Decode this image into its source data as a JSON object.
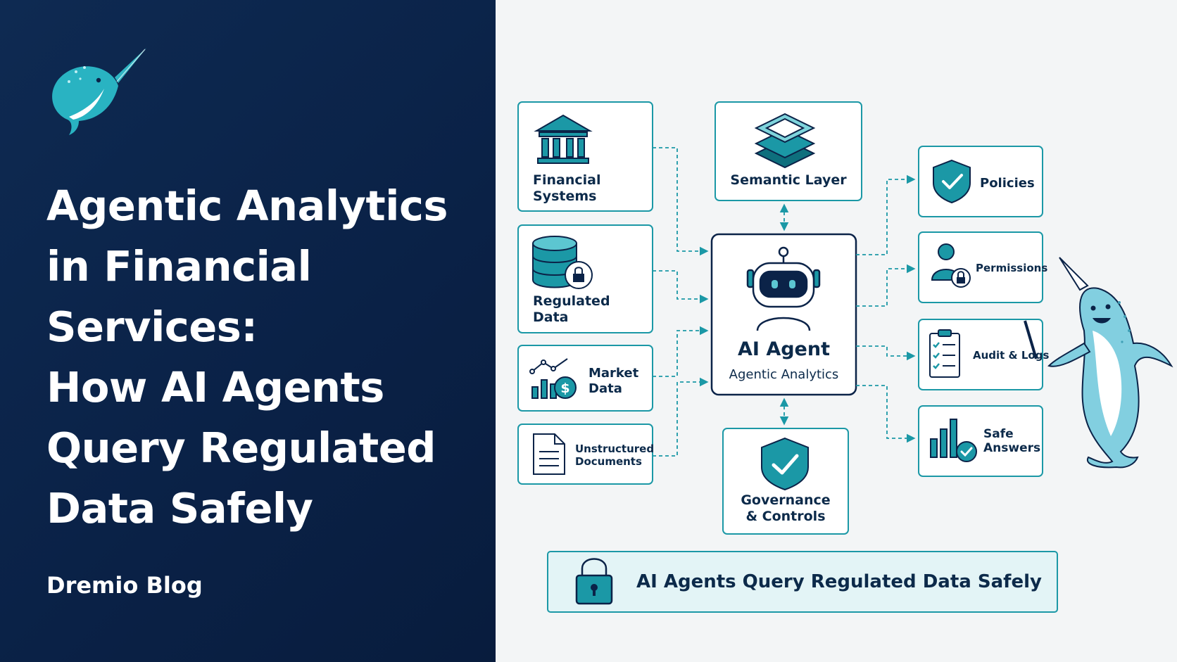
{
  "title_lines": [
    "Agentic Analytics",
    "in Financial",
    "Services:",
    "How AI Agents",
    "Query Regulated",
    "Data Safely"
  ],
  "footer": "Dremio Blog",
  "sources": {
    "financial": [
      "Financial",
      "Systems"
    ],
    "regulated": [
      "Regulated",
      "Data"
    ],
    "market": [
      "Market",
      "Data"
    ],
    "unstructured": [
      "Unstructured",
      "Documents"
    ]
  },
  "semantic_layer": "Semantic Layer",
  "agent": {
    "title": "AI Agent",
    "subtitle": "Agentic Analytics"
  },
  "governance": [
    "Governance",
    "& Controls"
  ],
  "outputs": {
    "policies": "Policies",
    "permissions": "Permissions",
    "audit": "Audit & Logs",
    "safe": [
      "Safe",
      "Answers"
    ]
  },
  "banner": "AI Agents Query Regulated Data Safely",
  "colors": {
    "navy": "#0b2348",
    "teal": "#1b98a6",
    "light_teal": "#e3f4f6",
    "text": "#0c2a4a"
  }
}
